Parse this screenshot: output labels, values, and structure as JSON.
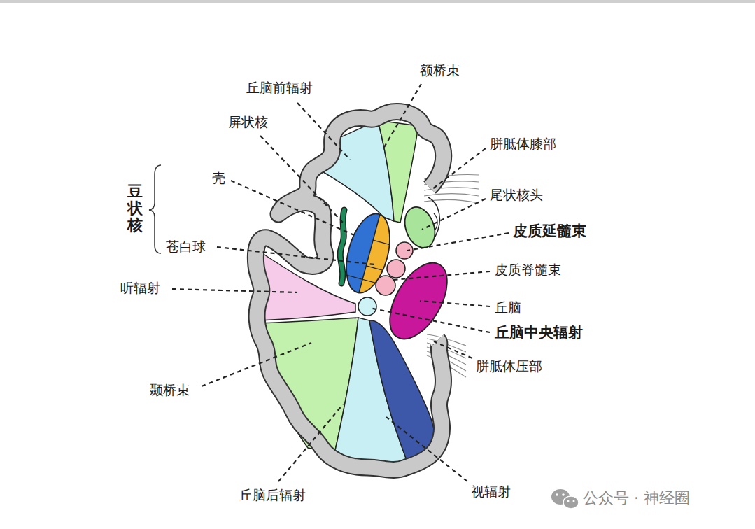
{
  "diagram": {
    "labels": [
      "丘脑前辐射",
      "额桥束",
      "屏状核",
      "胼胝体膝部",
      "壳",
      "豆状核",
      "尾状核头",
      "皮质延髓束",
      "苍白球",
      "皮质脊髓束",
      "听辐射",
      "丘脑",
      "丘脑中央辐射",
      "胼胝体压部",
      "颞桥束",
      "丘脑后辐射",
      "视辐射",
      "公众号 · 神经圈"
    ]
  }
}
